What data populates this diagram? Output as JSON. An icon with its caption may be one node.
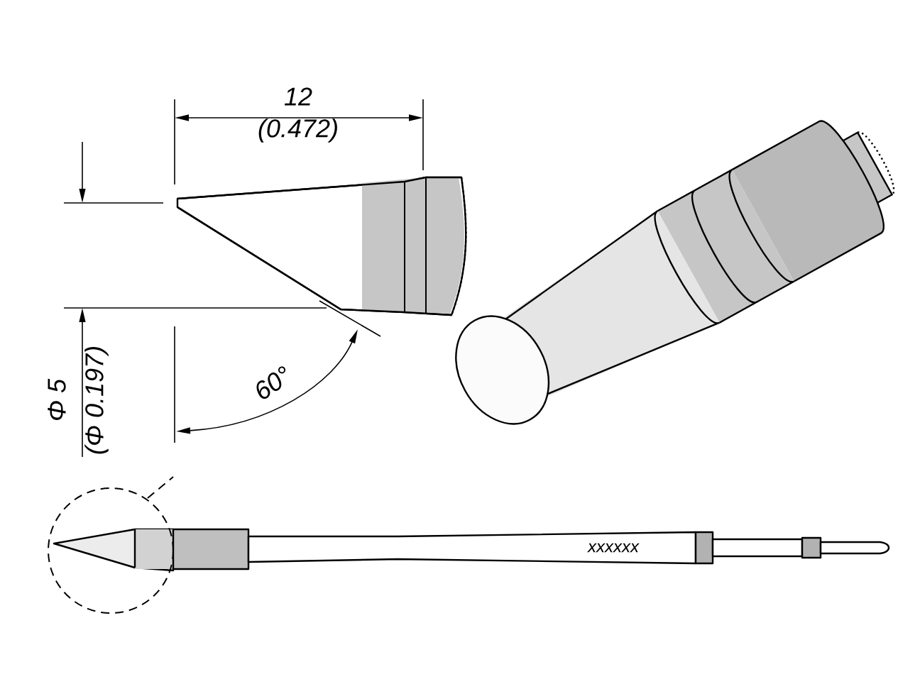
{
  "diagram": {
    "labels": [
      "12",
      "(0.472)",
      "Φ 5",
      "(Φ 0.197)",
      "60°",
      "xxxxxx"
    ]
  }
}
